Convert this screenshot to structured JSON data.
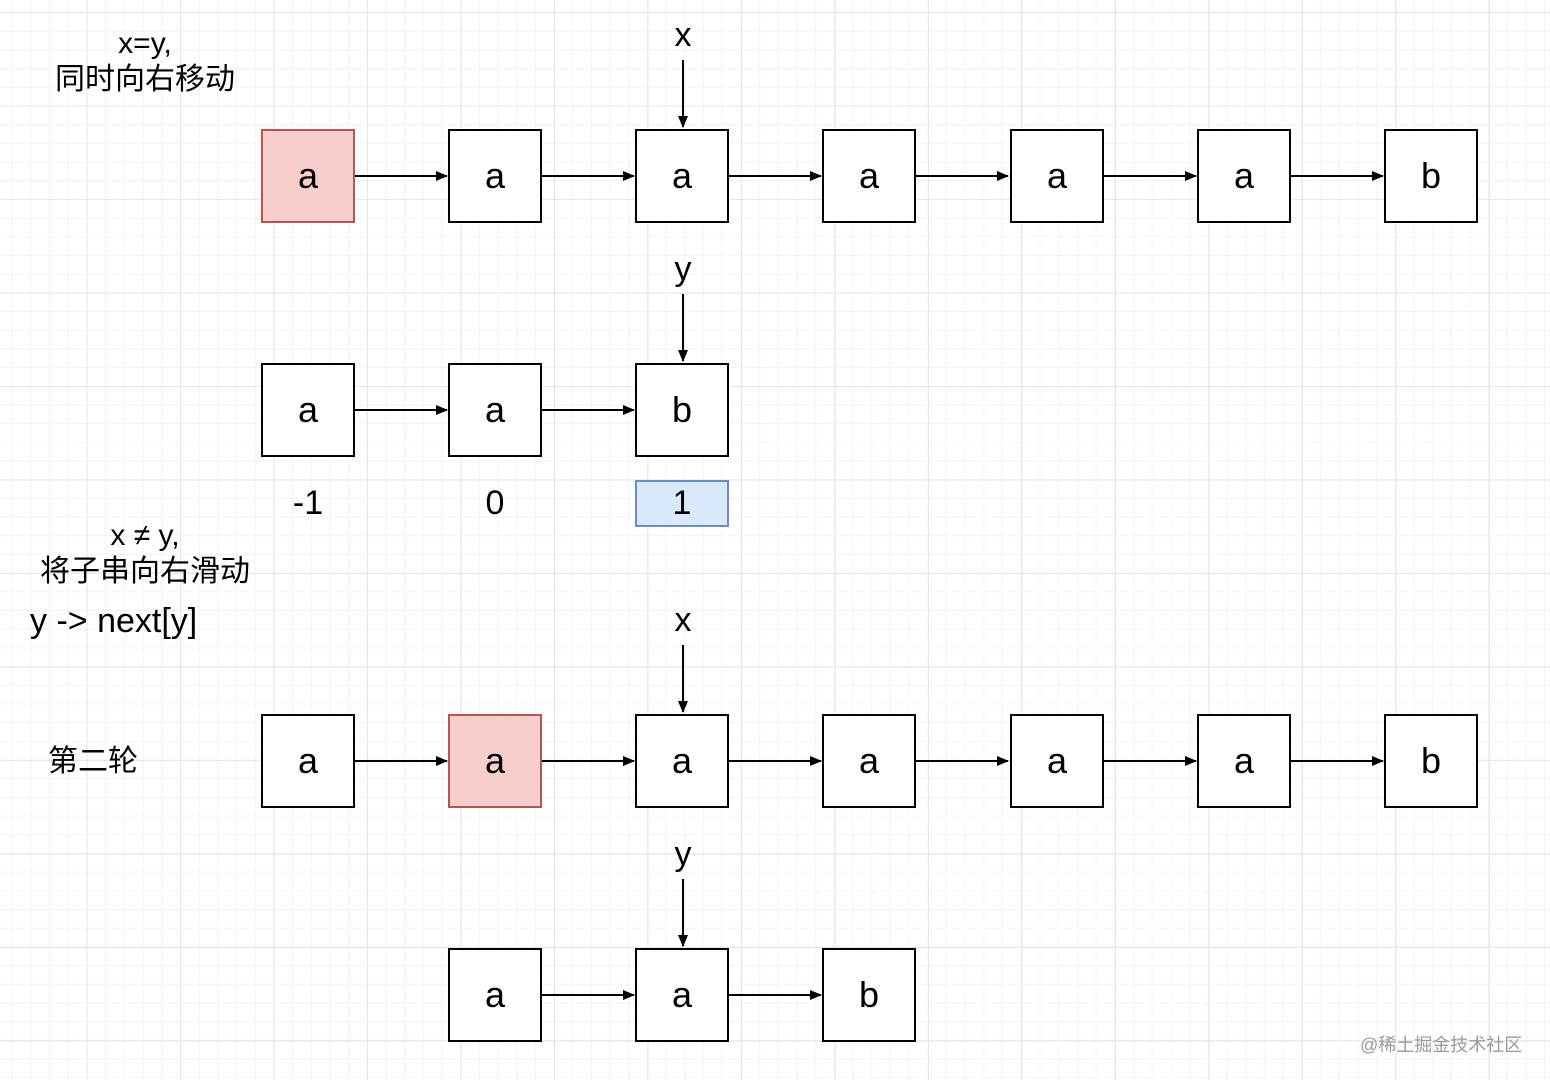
{
  "notes": {
    "step1_line1": "x=y,",
    "step1_line2": "同时向右移动",
    "step2_line1": "x ≠ y,",
    "step2_line2": "将子串向右滑动",
    "step2_code": "y -> next[y]",
    "round2_label": "第二轮"
  },
  "round1": {
    "main_string": [
      "a",
      "a",
      "a",
      "a",
      "a",
      "a",
      "b"
    ],
    "main_highlight_index": 0,
    "x_pointer": "x",
    "y_pointer": "y",
    "pattern": [
      "a",
      "a",
      "b"
    ],
    "next_values": [
      "-1",
      "0",
      "1"
    ],
    "next_highlight_index": 2
  },
  "round2": {
    "main_string": [
      "a",
      "a",
      "a",
      "a",
      "a",
      "a",
      "b"
    ],
    "main_highlight_index": 1,
    "x_pointer": "x",
    "y_pointer": "y",
    "pattern": [
      "a",
      "a",
      "b"
    ]
  },
  "colors": {
    "node_highlight_fill": "#f8cecc",
    "node_highlight_border": "#b85450",
    "index_highlight_fill": "#dae8fc",
    "index_highlight_border": "#6c8ebf"
  },
  "watermark": "@稀土掘金技术社区"
}
